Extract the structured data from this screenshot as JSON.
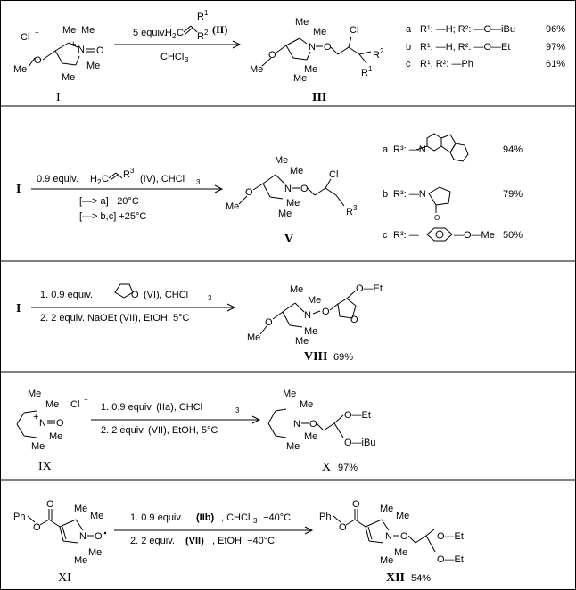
{
  "rxn1": {
    "reactant_label": "I",
    "ring_text": {
      "cl": "Cl",
      "cl_charge": "−",
      "o": "O",
      "me": "Me",
      "n_charge": "+",
      "n": "N",
      "o2": "O"
    },
    "arrow_top": "5 equiv.",
    "arrow_top_h2c": "H",
    "arrow_top_h2c_sub": "2",
    "arrow_top_c": "C",
    "r1": "R",
    "r1_sup": "1",
    "r2": "R",
    "r2_sup": "2",
    "arrow_top_label": "(II)",
    "arrow_bottom_pre": "CHCl",
    "arrow_bottom_sub": "3",
    "product_label": "III",
    "product_text": {
      "cl": "Cl",
      "r1": "R",
      "r1_sup": "1",
      "r2": "R",
      "r2_sup": "2"
    },
    "variants": [
      {
        "letter": "a",
        "text": "R¹: —H; R²: —O—iBu",
        "yield": "96%"
      },
      {
        "letter": "b",
        "text": "R¹: —H; R²: —O—Et",
        "yield": "97%"
      },
      {
        "letter": "c",
        "text": "R¹, R²: —Ph",
        "yield": "61%"
      }
    ]
  },
  "rxn2": {
    "reactant_label": "I",
    "arrow_top": "0.9 equiv.",
    "arrow_top_h2c": "H",
    "arrow_top_h2c_sub": "2",
    "arrow_top_c": "C",
    "arrow_top_r3": "R",
    "arrow_top_r3_sup": "3",
    "arrow_top_label": "(IV), CHCl",
    "arrow_top_sub": "3",
    "arrow_bottom_1": "[—> a] −20°C",
    "arrow_bottom_2": "[—> b,c] +25°C",
    "product_label": "V",
    "product_text": {
      "cl": "Cl",
      "r3": "R",
      "r3_sup": "3"
    },
    "variants": [
      {
        "letter": "a",
        "text": "R³: —N",
        "yield": "94%"
      },
      {
        "letter": "b",
        "text": "R³: —N",
        "yield": "79%"
      },
      {
        "letter": "c",
        "text": "R³: —",
        "sub_group": "—O—Me",
        "yield": "50%"
      }
    ]
  },
  "rxn3": {
    "reactant_label": "I",
    "arrow_top_pre": "1. 0.9 equiv.",
    "arrow_top_post": "(VI), CHCl",
    "arrow_top_sub": "3",
    "furan_o": "O",
    "arrow_bottom": "2. 2 equiv. NaOEt (VII), EtOH, 5°C",
    "product_label": "VIII",
    "product_yield": "69%",
    "product_text": {
      "oet": "O—Et",
      "o": "O"
    }
  },
  "rxn4": {
    "reactant_label": "IX",
    "ring_text": {
      "cl": "Cl",
      "cl_charge": "−",
      "n_charge": "+",
      "n": "N",
      "o": "O",
      "me": "Me"
    },
    "arrow_top": "1. 0.9 equiv. (IIa), CHCl",
    "arrow_top_sub": "3",
    "arrow_bottom": "2. 2 equiv. (VII), EtOH, 5°C",
    "product_label": "X",
    "product_yield": "97%",
    "product_text": {
      "oet": "O—Et",
      "oibu": "O—iBu"
    }
  },
  "rxn5": {
    "reactant_label": "XI",
    "reactant_text": {
      "ph": "Ph",
      "o": "O",
      "me": "Me",
      "n": "N",
      "o_rad": "O"
    },
    "arrow_top_pre": "1. 0.9 equiv.",
    "arrow_top_bold": "(IIb)",
    "arrow_top_post": ", CHCl",
    "arrow_top_sub": "3",
    "arrow_top_temp": ", −40°C",
    "arrow_bottom_pre": "2. 2 equiv.",
    "arrow_bottom_bold": "(VII)",
    "arrow_bottom_post": ", EtOH, −40°C",
    "product_label": "XII",
    "product_yield": "54%",
    "product_text": {
      "oet": "O—Et"
    }
  }
}
